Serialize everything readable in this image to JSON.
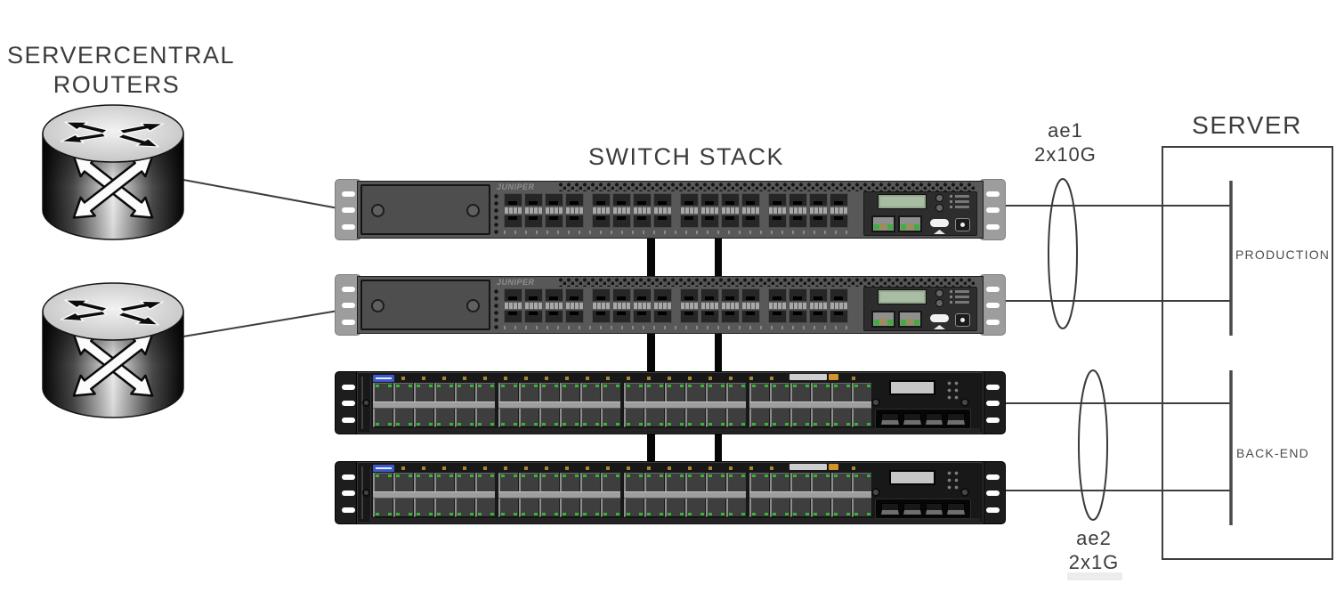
{
  "routers": {
    "title_lines": [
      "SERVERCENTRAL",
      "ROUTERS"
    ],
    "count": 2
  },
  "switch_stack": {
    "title": "SWITCH STACK",
    "stack_cables_per_gap": 2,
    "switches": [
      {
        "kind": "sfp",
        "brand": "JUNIPER",
        "port_groups": 4,
        "cages_per_group": 4,
        "ports_per_cage": 2
      },
      {
        "kind": "sfp",
        "brand": "JUNIPER",
        "port_groups": 4,
        "cages_per_group": 4,
        "ports_per_cage": 2
      },
      {
        "kind": "access",
        "port_groups": 4,
        "columns_per_group": 6,
        "ports_per_column": 2,
        "uplink_ports": 4
      },
      {
        "kind": "access",
        "port_groups": 4,
        "columns_per_group": 6,
        "ports_per_column": 2,
        "uplink_ports": 4
      }
    ]
  },
  "links": [
    {
      "name": "ae1",
      "capacity": "2x10G"
    },
    {
      "name": "ae2",
      "capacity": "2x1G"
    }
  ],
  "server": {
    "title": "SERVER",
    "segments": [
      "PRODUCTION",
      "BACK-END"
    ]
  },
  "colors": {
    "line": "#3e3e3e",
    "text": "#3c3c3c",
    "stack_cable": "#060606",
    "led_green": "#37b437",
    "lcd_green": "#a9bda5",
    "logo_blue": "#3a5ac8",
    "label_orange": "#d2952c",
    "ear_light": "#9d9d9d",
    "ear_dark": "#1d1d1d"
  }
}
